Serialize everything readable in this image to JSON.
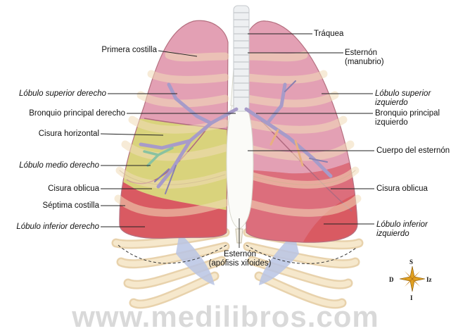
{
  "labels": {
    "traquea": "Tráquea",
    "primera_costilla": "Primera costilla",
    "esternon_manubrio_1": "Esternón",
    "esternon_manubrio_2": "(manubrio)",
    "lobulo_sup_der": "Lóbulo superior derecho",
    "lobulo_sup_izq_1": "Lóbulo superior",
    "lobulo_sup_izq_2": "izquierdo",
    "bronquio_der": "Bronquio principal derecho",
    "bronquio_izq_1": "Bronquio principal",
    "bronquio_izq_2": "izquierdo",
    "cisura_horizontal": "Cisura horizontal",
    "cuerpo_esternon": "Cuerpo del esternón",
    "lobulo_medio_der": "Lóbulo medio derecho",
    "cisura_oblicua_der": "Cisura oblicua",
    "cisura_oblicua_izq": "Cisura oblicua",
    "septima_costilla": "Séptima costilla",
    "lobulo_inf_der": "Lóbulo inferior derecho",
    "lobulo_inf_izq_1": "Lóbulo inferior",
    "lobulo_inf_izq_2": "izquierdo",
    "xifoides_1": "Esternón",
    "xifoides_2": "(apófisis xifoides)"
  },
  "compass": {
    "s": "S",
    "i": "I",
    "d": "D",
    "iz": "Iz"
  },
  "watermark": "www.medilibros.com",
  "colors": {
    "lung_pink": "#d98aa0",
    "upper_lobe": "#e3a0b4",
    "middle_lobe": "#d9d77a",
    "lower_lobe": "#d95a62",
    "rib": "#f2dcb8",
    "cartilage": "#b8c4e4",
    "bronchi": "#a79bc9"
  }
}
